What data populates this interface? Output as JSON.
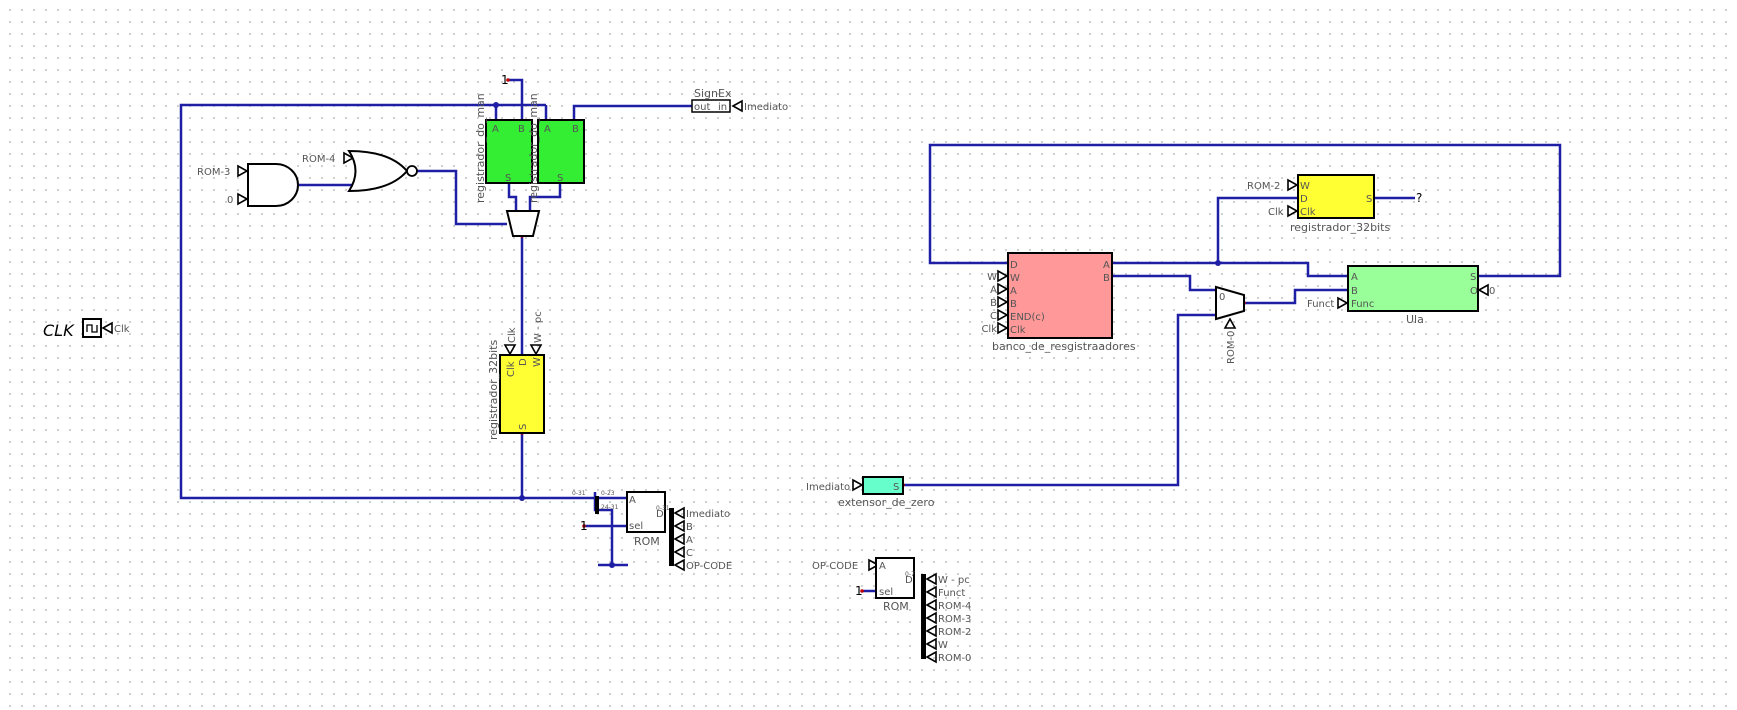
{
  "clock": {
    "title": "CLK",
    "label": "Clk"
  },
  "pins": {
    "rom3": "ROM-3",
    "zero": "0",
    "rom4": "ROM-4",
    "one": "1",
    "imediato": "Imediato",
    "clk": "Clk",
    "w_pc": "W - pc",
    "rom2": "ROM-2",
    "funct": "Funct",
    "rom0": "ROM-0",
    "question": "?",
    "w": "W",
    "a": "A",
    "b": "B",
    "c": "C",
    "opcode": "OP-CODE"
  },
  "components": {
    "regA": {
      "name": "registrador_do_man",
      "a": "A",
      "b": "B",
      "s": "S"
    },
    "regB": {
      "name": "registrador_do_man",
      "a": "A",
      "b": "B",
      "s": "S"
    },
    "signex": {
      "name": "SignEx",
      "out": "out",
      "in": "in"
    },
    "pc_reg": {
      "name": "registrador_32bits",
      "clk": "Clk",
      "d": "D",
      "w": "W",
      "s": "S"
    },
    "rom1": {
      "name": "ROM",
      "a": "A",
      "d": "D",
      "sel": "sel",
      "split_top": "0-31",
      "split_a": "0-23",
      "split_b": "24-31",
      "d_bits": "0-31"
    },
    "rom2": {
      "name": "ROM",
      "a": "A",
      "d": "D",
      "sel": "sel",
      "d_bits": "0-7"
    },
    "zext": {
      "name": "extensor_de_zero",
      "s": "S"
    },
    "bank": {
      "name": "banco_de_resgistraadores",
      "d": "D",
      "w": "W",
      "a": "A",
      "b": "B",
      "endc": "END(c)",
      "clk": "Clk",
      "pa": "A",
      "pb": "B"
    },
    "reg32": {
      "name": "registrador_32bits",
      "w": "W",
      "d": "D",
      "clk": "Clk",
      "s": "S"
    },
    "mux_right": {
      "zero": "0"
    },
    "ula": {
      "name": "Ula",
      "a": "A",
      "b": "B",
      "func": "Func",
      "s": "S",
      "o": "O"
    }
  },
  "splitter_outputs": {
    "rom1": [
      "Imediato",
      "B",
      "A",
      "C",
      "OP-CODE"
    ],
    "rom2": [
      "W - pc",
      "Funct",
      "ROM-4",
      "ROM-3",
      "ROM-2",
      "W",
      "ROM-0"
    ]
  },
  "colors": {
    "wire": "#1f1fa6",
    "green_reg": "#33ee33",
    "yellow_reg": "#ffff33",
    "register_bank": "#ff9999",
    "ula": "#99ff99",
    "zero_extender": "#66ffcc"
  }
}
